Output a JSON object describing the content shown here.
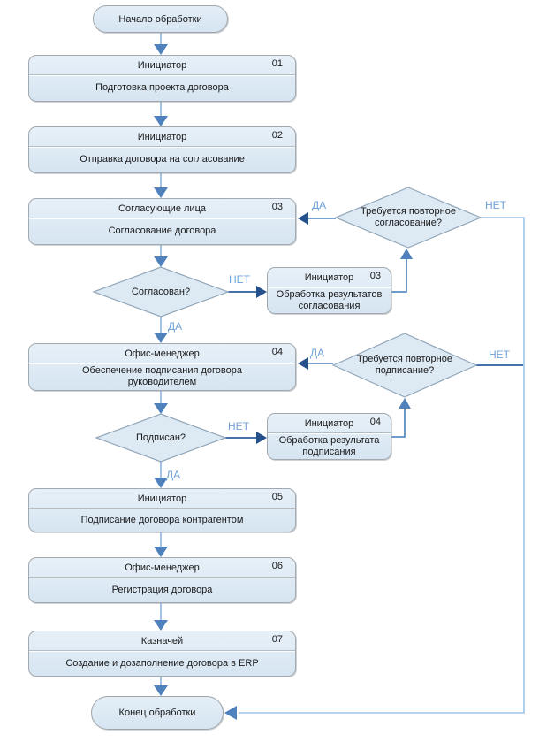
{
  "start": "Начало обработки",
  "end": "Конец обработки",
  "labels": {
    "yes": "ДА",
    "no": "НЕТ"
  },
  "boxes": {
    "b01": {
      "role": "Инициатор",
      "num": "01",
      "task": "Подготовка проекта договора"
    },
    "b02": {
      "role": "Инициатор",
      "num": "02",
      "task": "Отправка договора на согласование"
    },
    "b03": {
      "role": "Согласующие лица",
      "num": "03",
      "task": "Согласование договора"
    },
    "b04": {
      "role": "Офис-менеджер",
      "num": "04",
      "task": "Обеспечение подписания договора руководителем"
    },
    "b05": {
      "role": "Инициатор",
      "num": "05",
      "task": "Подписание договора контрагентом"
    },
    "b06": {
      "role": "Офис-менеджер",
      "num": "06",
      "task": "Регистрация договора"
    },
    "b07": {
      "role": "Казначей",
      "num": "07",
      "task": "Создание и дозаполнение договора в ERP"
    },
    "s03": {
      "role": "Инициатор",
      "num": "03",
      "task": "Обработка результатов согласования"
    },
    "s04": {
      "role": "Инициатор",
      "num": "04",
      "task": "Обработка результата подписания"
    }
  },
  "decisions": {
    "agreed": "Согласован?",
    "signed": "Подписан?",
    "repeat_approval": "Требуется повторное согласование?",
    "repeat_signing": "Требуется повторное подписание?"
  },
  "colors": {
    "node_fill": "#dce9f2",
    "node_border": "#a2a9af",
    "diamond_stroke": "#92a7ba",
    "arrow_main": "#4f81bd",
    "arrow_stem": "#7da7d8",
    "arrow_dark_line": "#2e5d9e",
    "arrow_dark_head": "#24508c",
    "route_light": "#9dc3e6",
    "edge_label": "#6fa0d8"
  }
}
